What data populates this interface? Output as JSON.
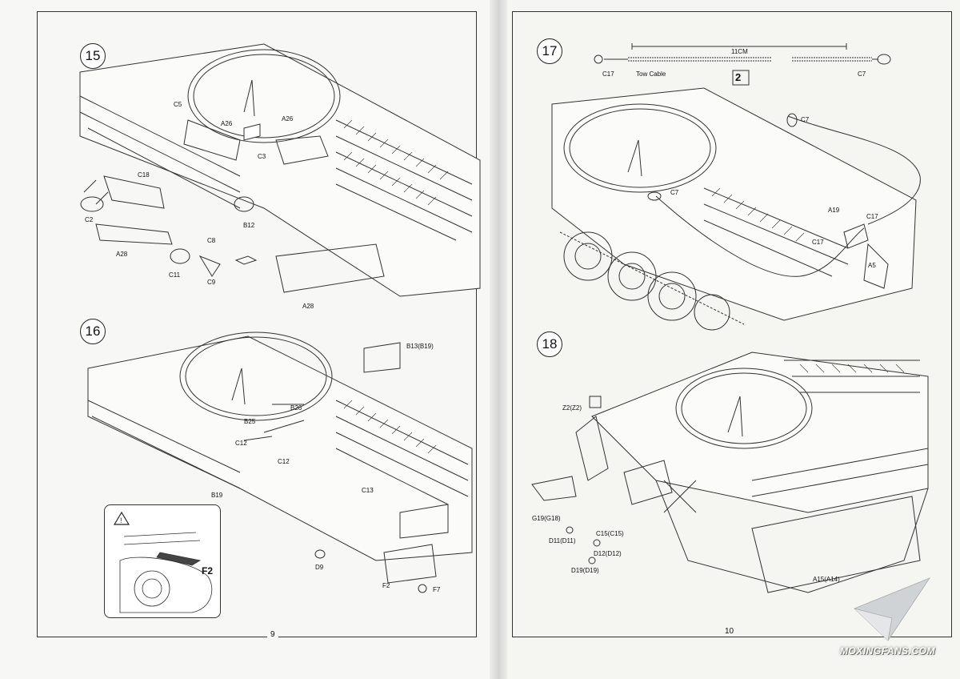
{
  "pages": {
    "left": {
      "number": "9"
    },
    "right": {
      "number": "10"
    }
  },
  "steps": [
    {
      "number": "15",
      "parts": [
        "C5",
        "A26",
        "A26",
        "C3",
        "C18",
        "C2",
        "B12",
        "A28",
        "C8",
        "C11",
        "C9",
        "A28"
      ]
    },
    {
      "number": "16",
      "parts": [
        "B13(B19)",
        "B26",
        "B25",
        "C12",
        "C12",
        "B19",
        "C13",
        "D9",
        "F2",
        "F7"
      ],
      "inset_label": "F2"
    },
    {
      "number": "17",
      "parts": [
        "C7",
        "C7",
        "A19",
        "C17",
        "C17",
        "A5"
      ],
      "cable": {
        "length": "11CM",
        "name": "Tow Cable",
        "left_part": "C17",
        "right_part": "C7",
        "count": "2"
      }
    },
    {
      "number": "18",
      "parts": [
        "Z2(Z2)",
        "G19(G18)",
        "D11(D11)",
        "C15(C15)",
        "D12(D12)",
        "D19(D19)",
        "A15(A14)"
      ]
    }
  ],
  "watermark": "MOXINGFANS.COM",
  "icons": [
    "warning-icon",
    "glue-icon",
    "paper-plane-logo-icon"
  ]
}
